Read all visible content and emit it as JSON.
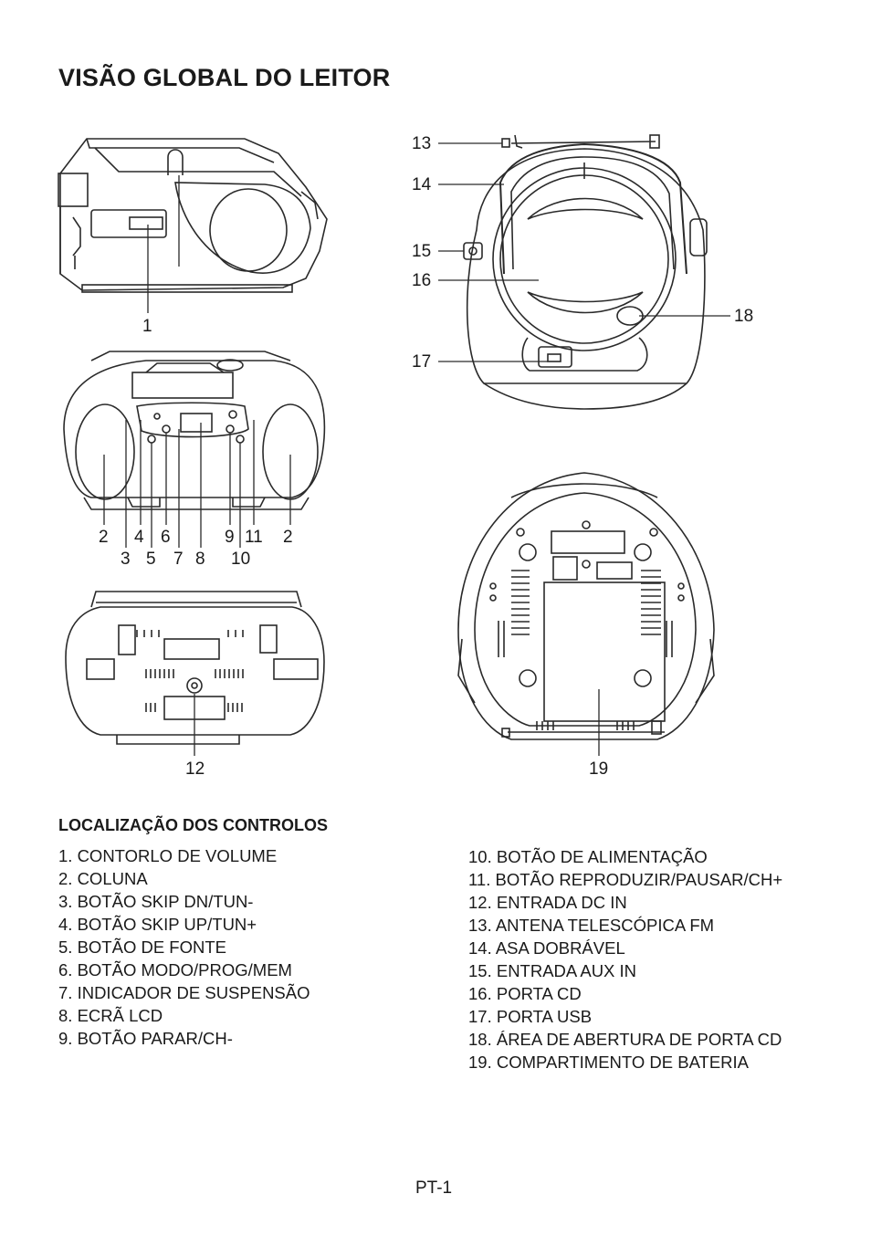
{
  "page": {
    "title": "VISÃO GLOBAL DO LEITOR",
    "page_number": "PT-1"
  },
  "figure": {
    "callouts": {
      "n1": "1",
      "n2": "2",
      "n3": "3",
      "n4": "4",
      "n5": "5",
      "n6": "6",
      "n7": "7",
      "n8": "8",
      "n9": "9",
      "n10": "10",
      "n11": "11",
      "n12": "12",
      "n13": "13",
      "n14": "14",
      "n15": "15",
      "n16": "16",
      "n17": "17",
      "n18": "18",
      "n19": "19"
    }
  },
  "controls": {
    "heading": "LOCALIZAÇÃO DOS CONTROLOS",
    "left_column": [
      "1. CONTORLO DE VOLUME",
      "2. COLUNA",
      "3. BOTÃO SKIP DN/TUN-",
      "4. BOTÃO SKIP UP/TUN+",
      "5. BOTÃO DE FONTE",
      "6. BOTÃO MODO/PROG/MEM",
      "7. INDICADOR DE SUSPENSÃO",
      "8. ECRÃ LCD",
      "9. BOTÃO PARAR/CH-"
    ],
    "right_column": [
      "10. BOTÃO DE ALIMENTAÇÃO",
      "11. BOTÃO REPRODUZIR/PAUSAR/CH+",
      "12. ENTRADA DC IN",
      "13. ANTENA TELESCÓPICA FM",
      "14. ASA DOBRÁVEL",
      "15. ENTRADA AUX IN",
      "16. PORTA CD",
      "17. PORTA USB",
      "18. ÁREA DE ABERTURA DE PORTA CD",
      "19. COMPARTIMENTO DE BATERIA"
    ]
  }
}
